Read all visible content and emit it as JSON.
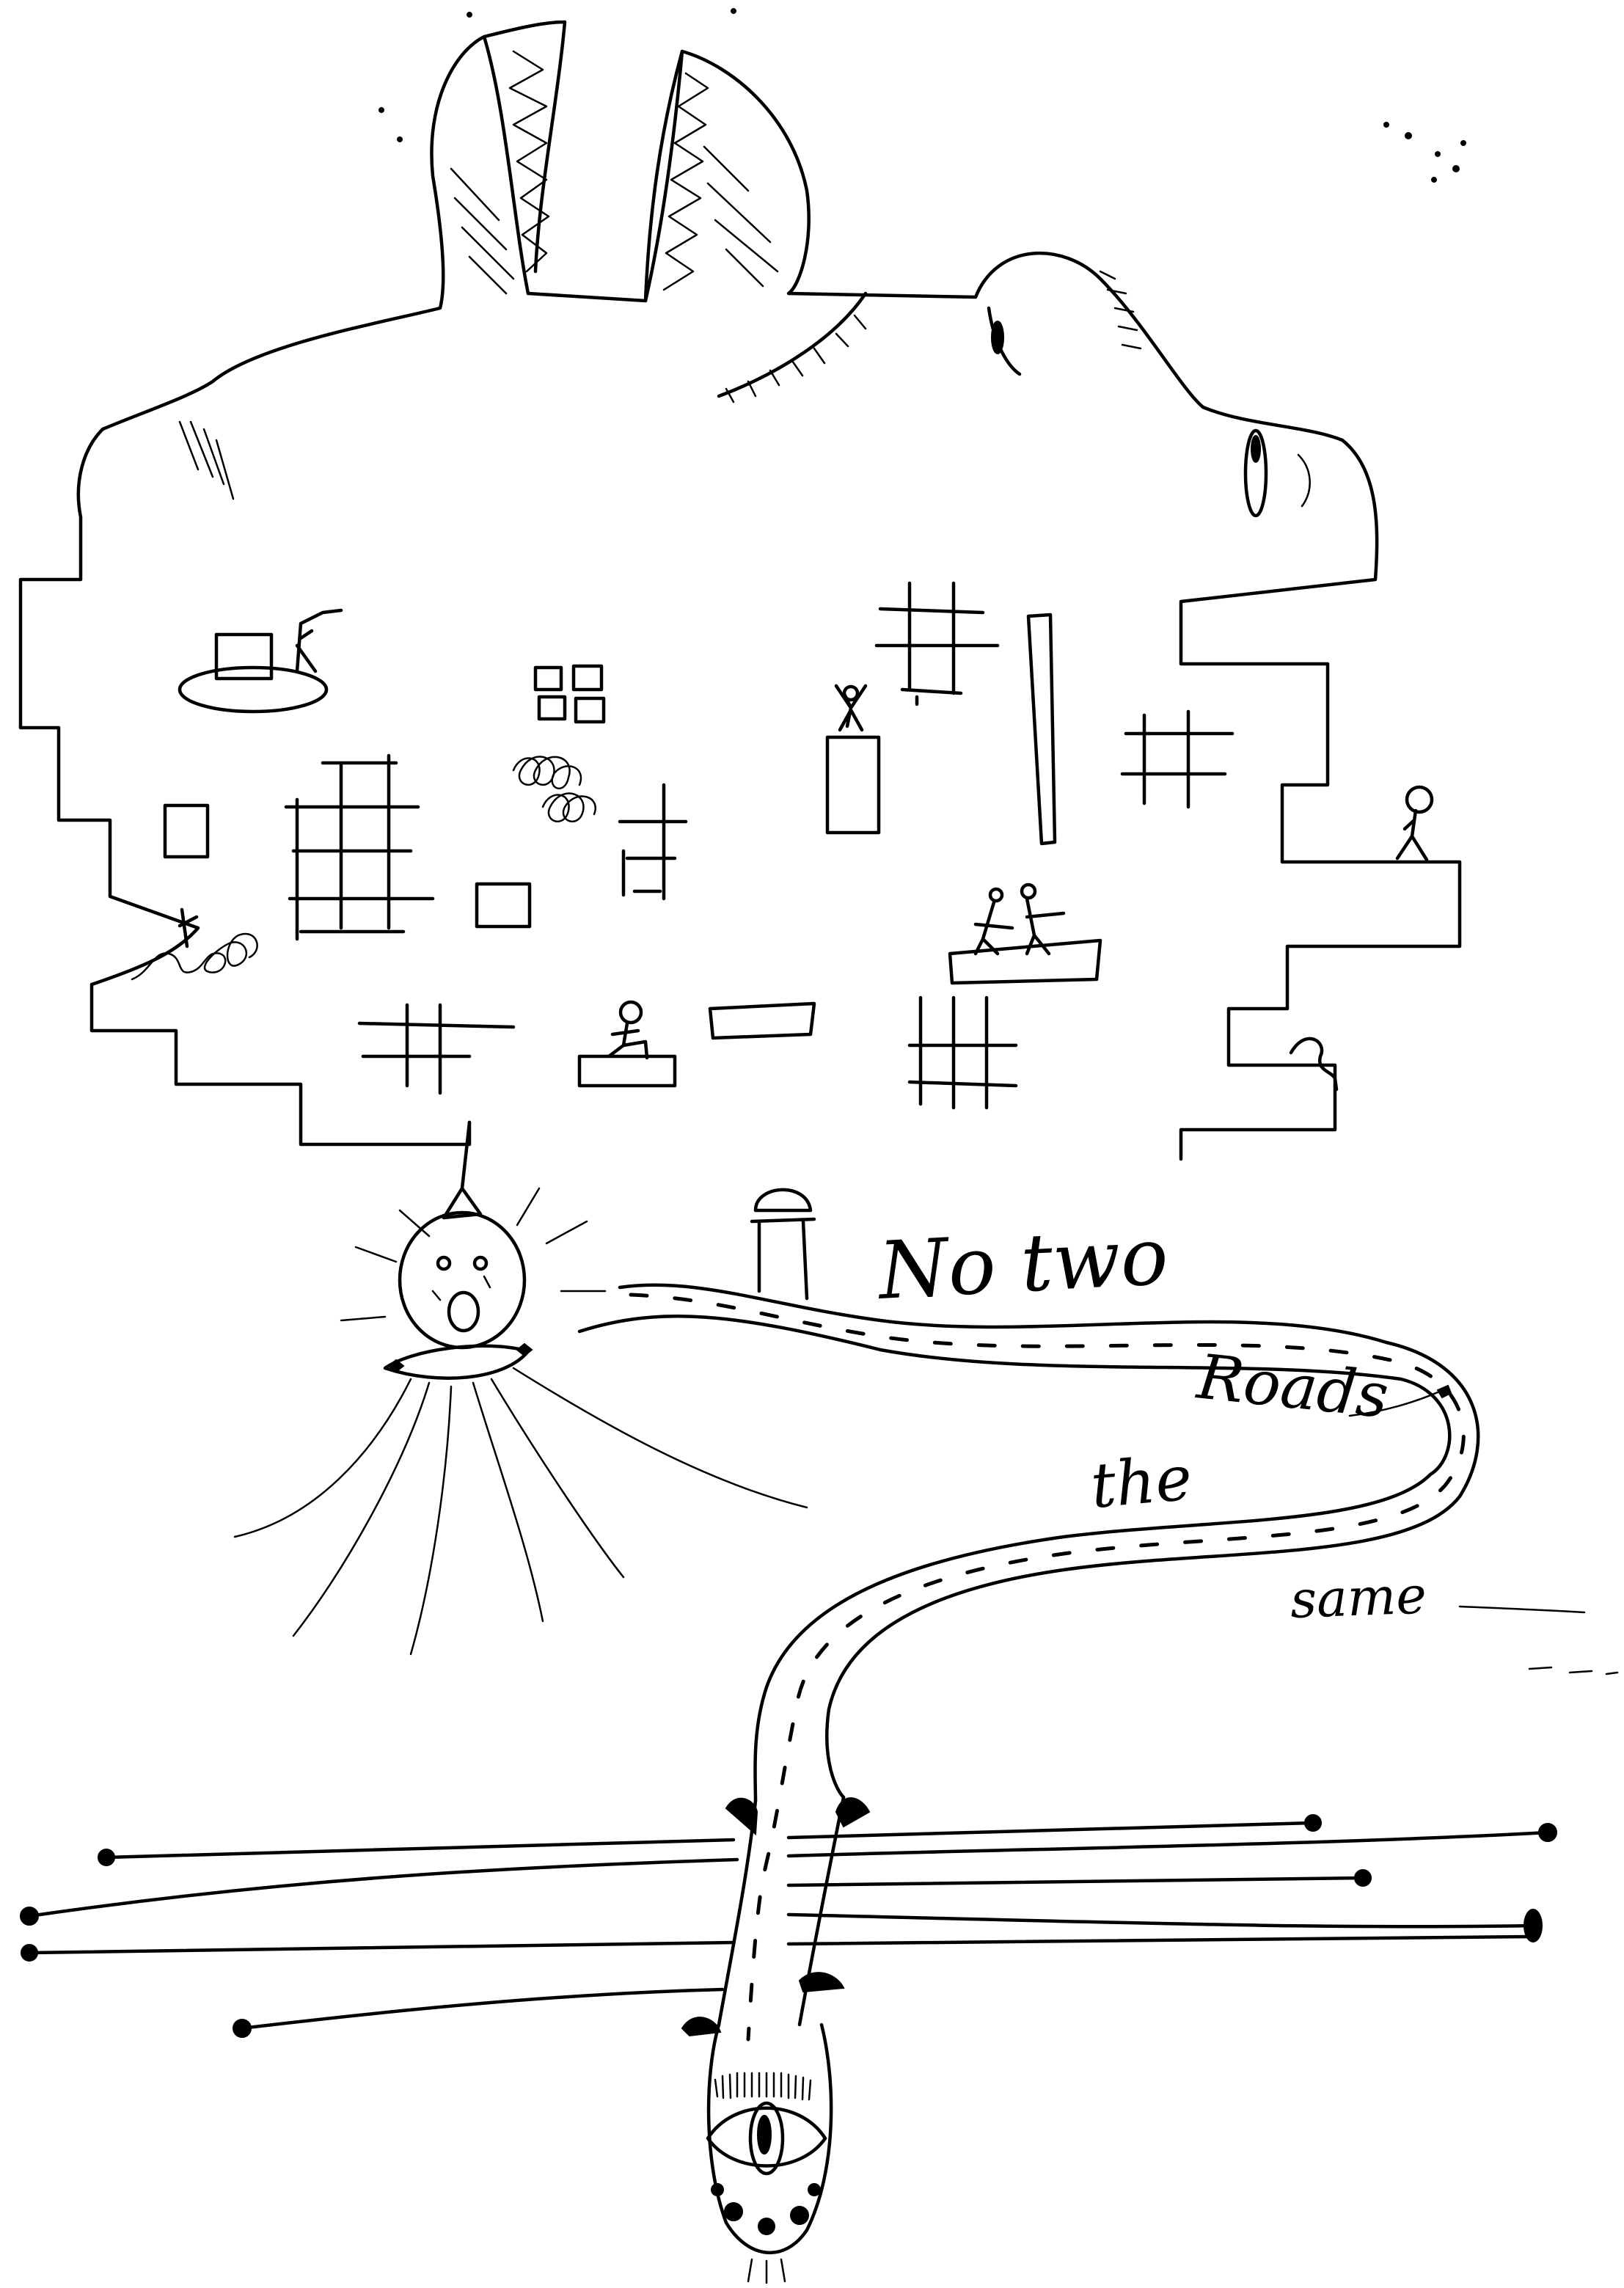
{
  "caption": {
    "line1": "No two",
    "line2": "Roads",
    "line3": "the",
    "line4": "same"
  },
  "colors": {
    "ink": "#000000",
    "paper": "#ffffff"
  }
}
